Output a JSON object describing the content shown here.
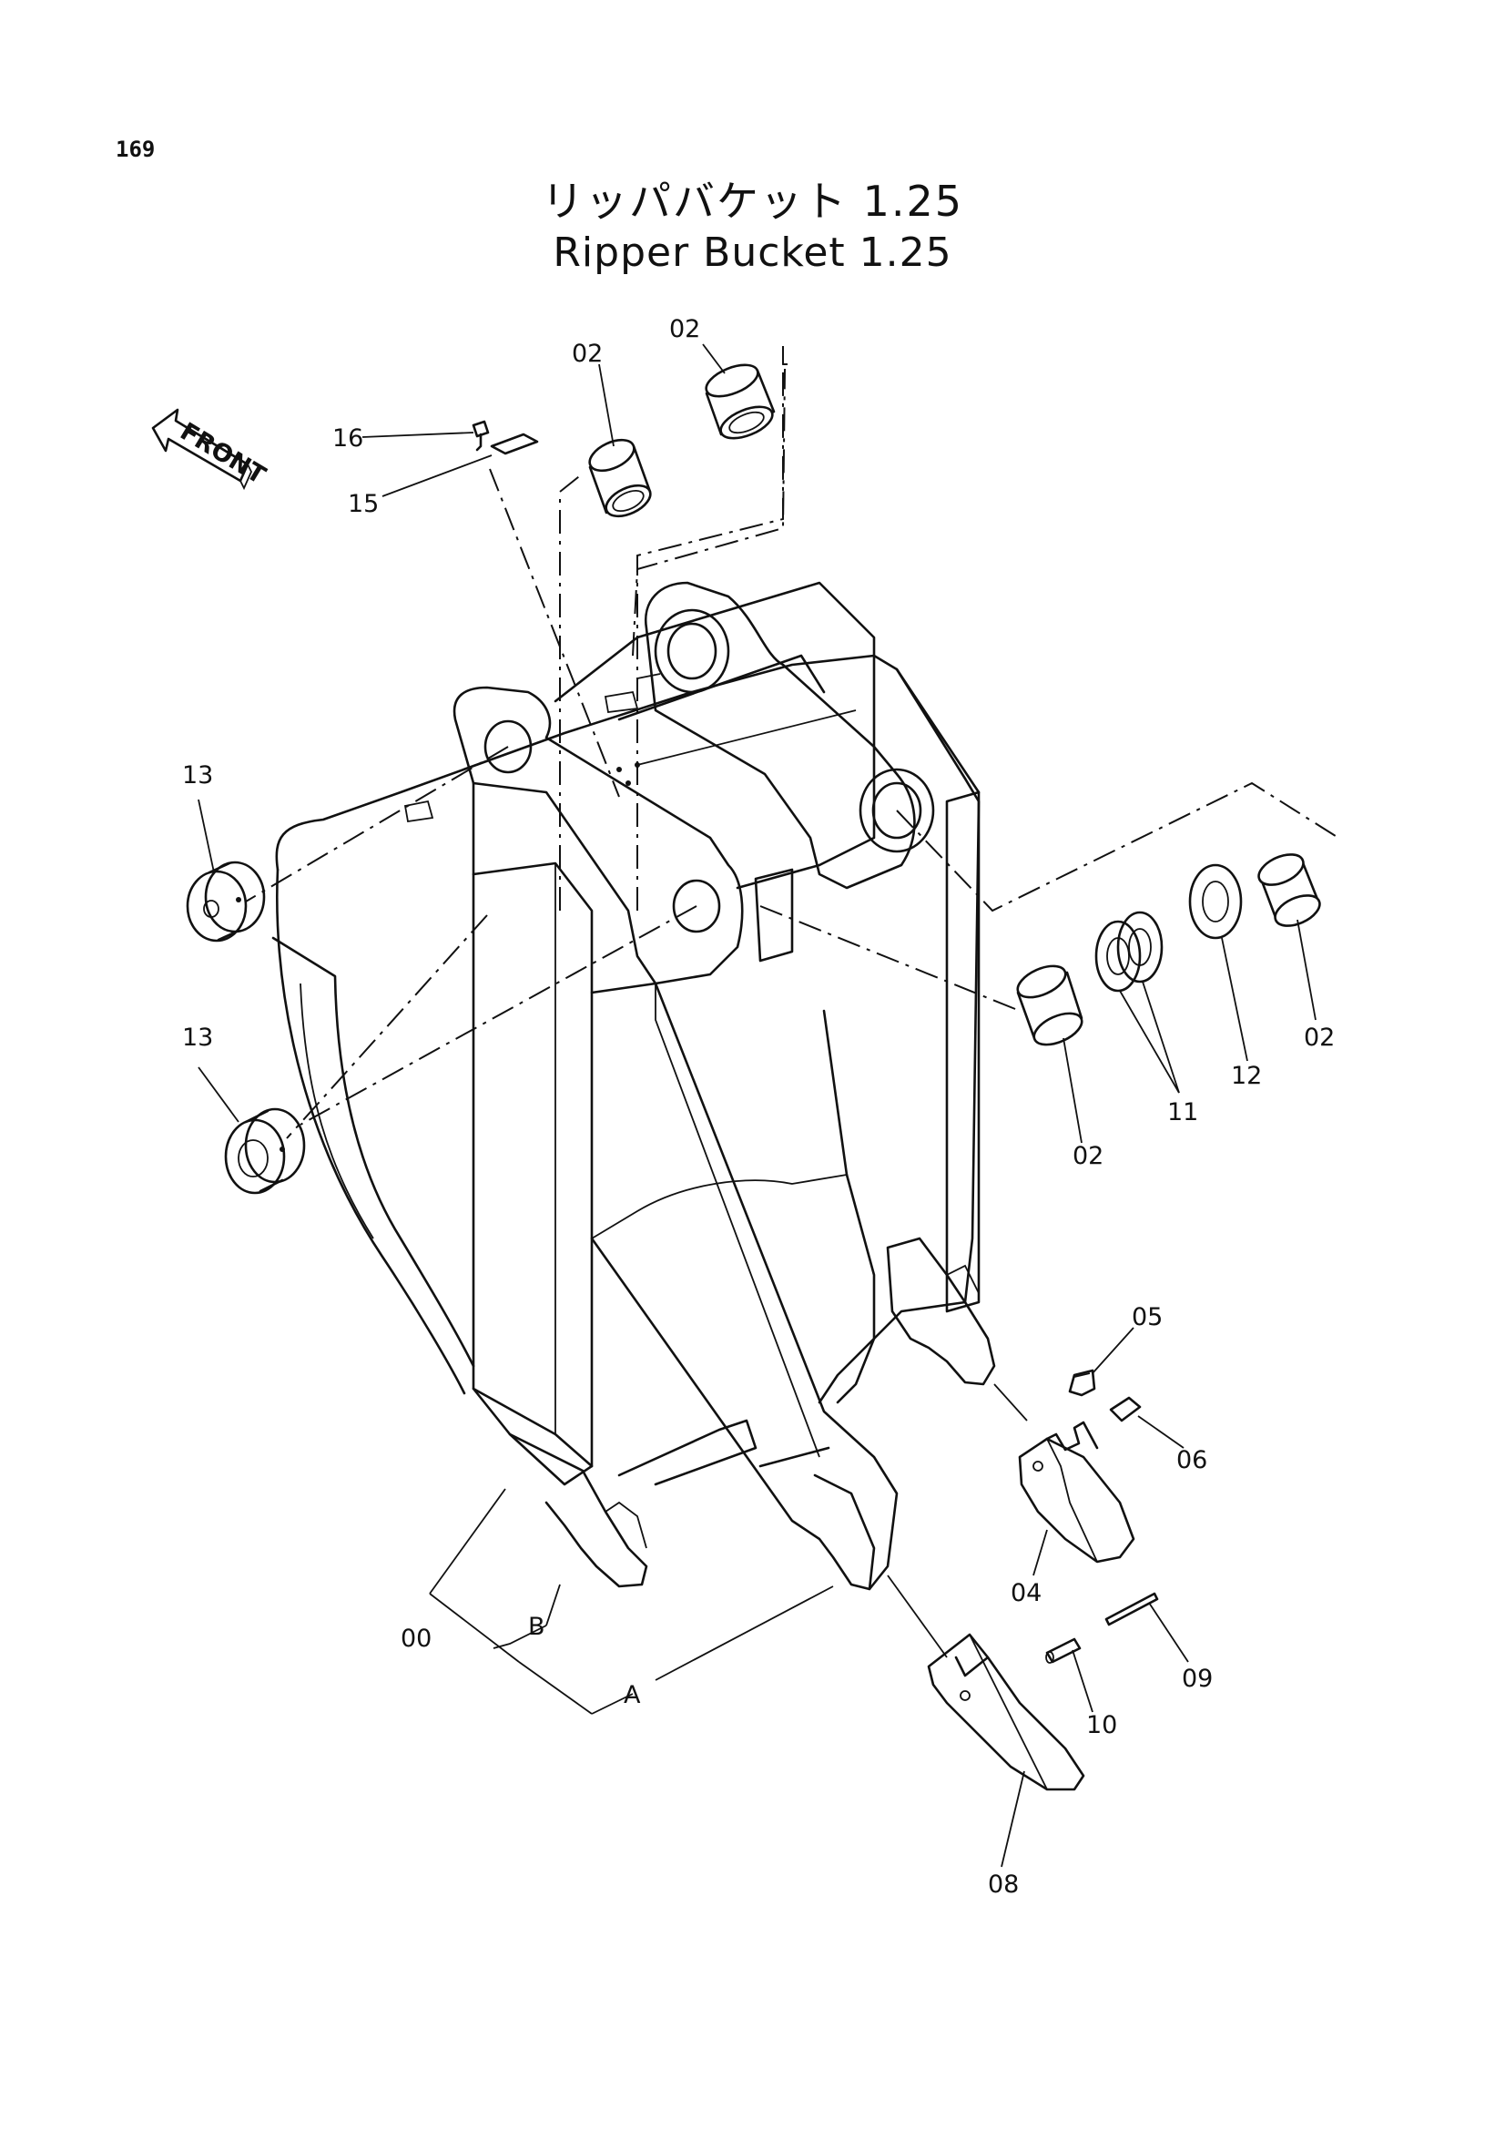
{
  "page_number": "169",
  "title_jp": "リッパバケット 1.25",
  "title_en": "Ripper Bucket 1.25",
  "front_label": "FRONT",
  "callouts": {
    "c00": "00",
    "c02_a": "02",
    "c02_b": "02",
    "c02_c": "02",
    "c02_d": "02",
    "c04": "04",
    "c05": "05",
    "c06": "06",
    "c08": "08",
    "c09": "09",
    "c10": "10",
    "c11": "11",
    "c12": "12",
    "c13_a": "13",
    "c13_b": "13",
    "c15": "15",
    "c16": "16",
    "cA": "A",
    "cB": "B"
  }
}
